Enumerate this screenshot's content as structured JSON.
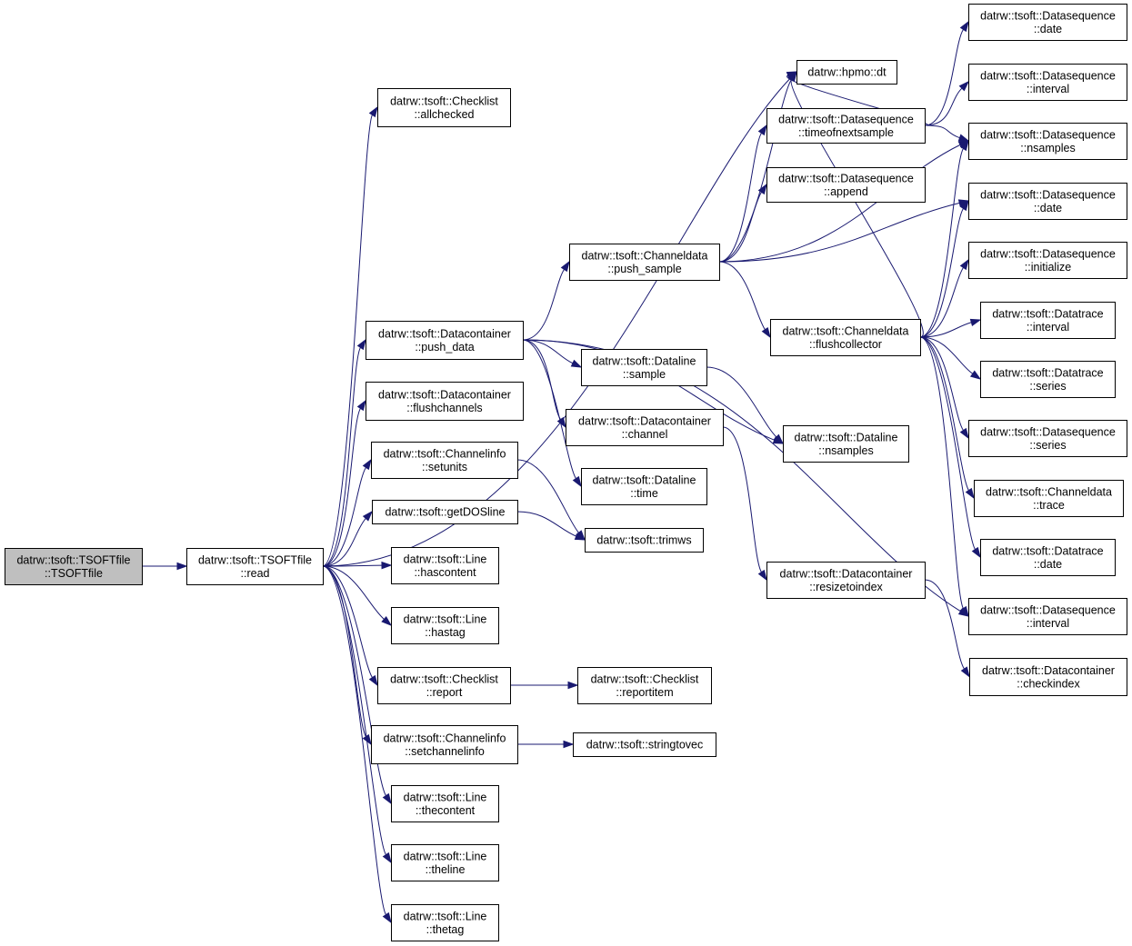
{
  "colors": {
    "edge": "#191970",
    "node_border": "#000000",
    "node_fill": "#ffffff",
    "root_fill": "#bfbfbf"
  },
  "nodes": [
    {
      "id": "tsoftfile_ctor",
      "lines": [
        "datrw::tsoft::TSOFTfile",
        "::TSOFTfile"
      ],
      "root": true
    },
    {
      "id": "read",
      "lines": [
        "datrw::tsoft::TSOFTfile",
        "::read"
      ]
    },
    {
      "id": "allchecked",
      "lines": [
        "datrw::tsoft::Checklist",
        "::allchecked"
      ]
    },
    {
      "id": "push_data",
      "lines": [
        "datrw::tsoft::Datacontainer",
        "::push_data"
      ]
    },
    {
      "id": "flushchannels",
      "lines": [
        "datrw::tsoft::Datacontainer",
        "::flushchannels"
      ]
    },
    {
      "id": "setunits",
      "lines": [
        "datrw::tsoft::Channelinfo",
        "::setunits"
      ]
    },
    {
      "id": "getdosline",
      "lines": [
        "datrw::tsoft::getDOSline"
      ]
    },
    {
      "id": "hascontent",
      "lines": [
        "datrw::tsoft::Line",
        "::hascontent"
      ]
    },
    {
      "id": "hastag",
      "lines": [
        "datrw::tsoft::Line",
        "::hastag"
      ]
    },
    {
      "id": "report",
      "lines": [
        "datrw::tsoft::Checklist",
        "::report"
      ]
    },
    {
      "id": "setchannelinfo",
      "lines": [
        "datrw::tsoft::Channelinfo",
        "::setchannelinfo"
      ]
    },
    {
      "id": "thecontent",
      "lines": [
        "datrw::tsoft::Line",
        "::thecontent"
      ]
    },
    {
      "id": "theline",
      "lines": [
        "datrw::tsoft::Line",
        "::theline"
      ]
    },
    {
      "id": "thetag",
      "lines": [
        "datrw::tsoft::Line",
        "::thetag"
      ]
    },
    {
      "id": "push_sample",
      "lines": [
        "datrw::tsoft::Channeldata",
        "::push_sample"
      ]
    },
    {
      "id": "dl_sample",
      "lines": [
        "datrw::tsoft::Dataline",
        "::sample"
      ]
    },
    {
      "id": "dc_channel",
      "lines": [
        "datrw::tsoft::Datacontainer",
        "::channel"
      ]
    },
    {
      "id": "dl_time",
      "lines": [
        "datrw::tsoft::Dataline",
        "::time"
      ]
    },
    {
      "id": "trimws",
      "lines": [
        "datrw::tsoft::trimws"
      ]
    },
    {
      "id": "reportitem",
      "lines": [
        "datrw::tsoft::Checklist",
        "::reportitem"
      ]
    },
    {
      "id": "stringtovec",
      "lines": [
        "datrw::tsoft::stringtovec"
      ]
    },
    {
      "id": "hpmo_dt",
      "lines": [
        "datrw::hpmo::dt"
      ]
    },
    {
      "id": "timeofnextsample",
      "lines": [
        "datrw::tsoft::Datasequence",
        "::timeofnextsample"
      ]
    },
    {
      "id": "ds_append",
      "lines": [
        "datrw::tsoft::Datasequence",
        "::append"
      ]
    },
    {
      "id": "flushcollector",
      "lines": [
        "datrw::tsoft::Channeldata",
        "::flushcollector"
      ]
    },
    {
      "id": "dl_nsamples",
      "lines": [
        "datrw::tsoft::Dataline",
        "::nsamples"
      ]
    },
    {
      "id": "resizetoindex",
      "lines": [
        "datrw::tsoft::Datacontainer",
        "::resizetoindex"
      ]
    },
    {
      "id": "ds_date_top",
      "lines": [
        "datrw::tsoft::Datasequence",
        "::date"
      ]
    },
    {
      "id": "ds_interval_top",
      "lines": [
        "datrw::tsoft::Datasequence",
        "::interval"
      ]
    },
    {
      "id": "ds_nsamples",
      "lines": [
        "datrw::tsoft::Datasequence",
        "::nsamples"
      ]
    },
    {
      "id": "ds_date",
      "lines": [
        "datrw::tsoft::Datasequence",
        "::date"
      ]
    },
    {
      "id": "ds_initialize",
      "lines": [
        "datrw::tsoft::Datasequence",
        "::initialize"
      ]
    },
    {
      "id": "dt_interval",
      "lines": [
        "datrw::tsoft::Datatrace",
        "::interval"
      ]
    },
    {
      "id": "dt_series",
      "lines": [
        "datrw::tsoft::Datatrace",
        "::series"
      ]
    },
    {
      "id": "ds_series",
      "lines": [
        "datrw::tsoft::Datasequence",
        "::series"
      ]
    },
    {
      "id": "cd_trace",
      "lines": [
        "datrw::tsoft::Channeldata",
        "::trace"
      ]
    },
    {
      "id": "dt_date",
      "lines": [
        "datrw::tsoft::Datatrace",
        "::date"
      ]
    },
    {
      "id": "ds_interval",
      "lines": [
        "datrw::tsoft::Datasequence",
        "::interval"
      ]
    },
    {
      "id": "checkindex",
      "lines": [
        "datrw::tsoft::Datacontainer",
        "::checkindex"
      ]
    }
  ],
  "edges": [
    [
      "tsoftfile_ctor",
      "read"
    ],
    [
      "read",
      "allchecked"
    ],
    [
      "read",
      "push_data"
    ],
    [
      "read",
      "flushchannels"
    ],
    [
      "read",
      "setunits"
    ],
    [
      "read",
      "getdosline"
    ],
    [
      "read",
      "hascontent"
    ],
    [
      "read",
      "hastag"
    ],
    [
      "read",
      "report"
    ],
    [
      "read",
      "setchannelinfo"
    ],
    [
      "read",
      "thecontent"
    ],
    [
      "read",
      "theline"
    ],
    [
      "read",
      "thetag"
    ],
    [
      "read",
      "hpmo_dt"
    ],
    [
      "push_data",
      "push_sample"
    ],
    [
      "push_data",
      "dl_sample"
    ],
    [
      "push_data",
      "dc_channel"
    ],
    [
      "push_data",
      "dl_time"
    ],
    [
      "push_data",
      "dl_nsamples"
    ],
    [
      "push_data",
      "ds_interval"
    ],
    [
      "setunits",
      "trimws"
    ],
    [
      "getdosline",
      "trimws"
    ],
    [
      "report",
      "reportitem"
    ],
    [
      "setchannelinfo",
      "stringtovec"
    ],
    [
      "push_sample",
      "hpmo_dt"
    ],
    [
      "push_sample",
      "timeofnextsample"
    ],
    [
      "push_sample",
      "ds_append"
    ],
    [
      "push_sample",
      "flushcollector"
    ],
    [
      "push_sample",
      "ds_nsamples"
    ],
    [
      "push_sample",
      "ds_date"
    ],
    [
      "dl_sample",
      "dl_nsamples"
    ],
    [
      "dc_channel",
      "resizetoindex"
    ],
    [
      "resizetoindex",
      "checkindex"
    ],
    [
      "timeofnextsample",
      "hpmo_dt"
    ],
    [
      "timeofnextsample",
      "ds_date_top"
    ],
    [
      "timeofnextsample",
      "ds_interval_top"
    ],
    [
      "timeofnextsample",
      "ds_nsamples"
    ],
    [
      "flushcollector",
      "hpmo_dt"
    ],
    [
      "flushcollector",
      "ds_nsamples"
    ],
    [
      "flushcollector",
      "ds_date"
    ],
    [
      "flushcollector",
      "ds_initialize"
    ],
    [
      "flushcollector",
      "dt_interval"
    ],
    [
      "flushcollector",
      "dt_series"
    ],
    [
      "flushcollector",
      "ds_series"
    ],
    [
      "flushcollector",
      "cd_trace"
    ],
    [
      "flushcollector",
      "dt_date"
    ],
    [
      "flushcollector",
      "ds_interval"
    ]
  ]
}
